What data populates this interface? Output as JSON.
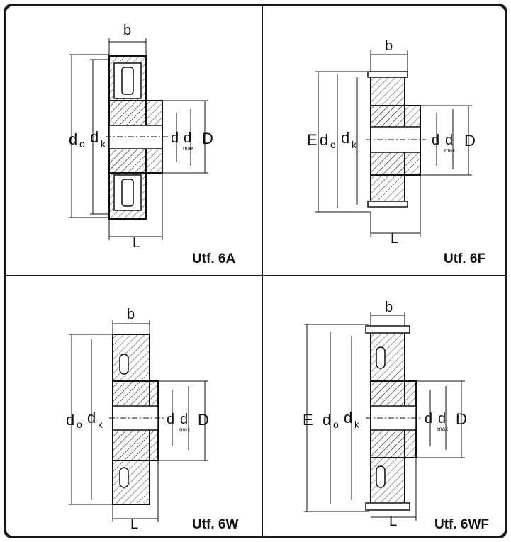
{
  "colors": {
    "line": "#111111",
    "hatch": "#333333",
    "frame": "#1a1a1a"
  },
  "dimension_labels": {
    "b": "b",
    "d0_main": "d",
    "d0_sub": "o",
    "dk_main": "d",
    "dk_sub": "k",
    "d": "d",
    "dmax_main": "d",
    "dmax_sub": "max",
    "D": "D",
    "L": "L",
    "E": "E"
  },
  "panels": [
    {
      "caption": "Utf. 6A"
    },
    {
      "caption": "Utf. 6F"
    },
    {
      "caption": "Utf. 6W"
    },
    {
      "caption": "Utf. 6WF"
    }
  ]
}
